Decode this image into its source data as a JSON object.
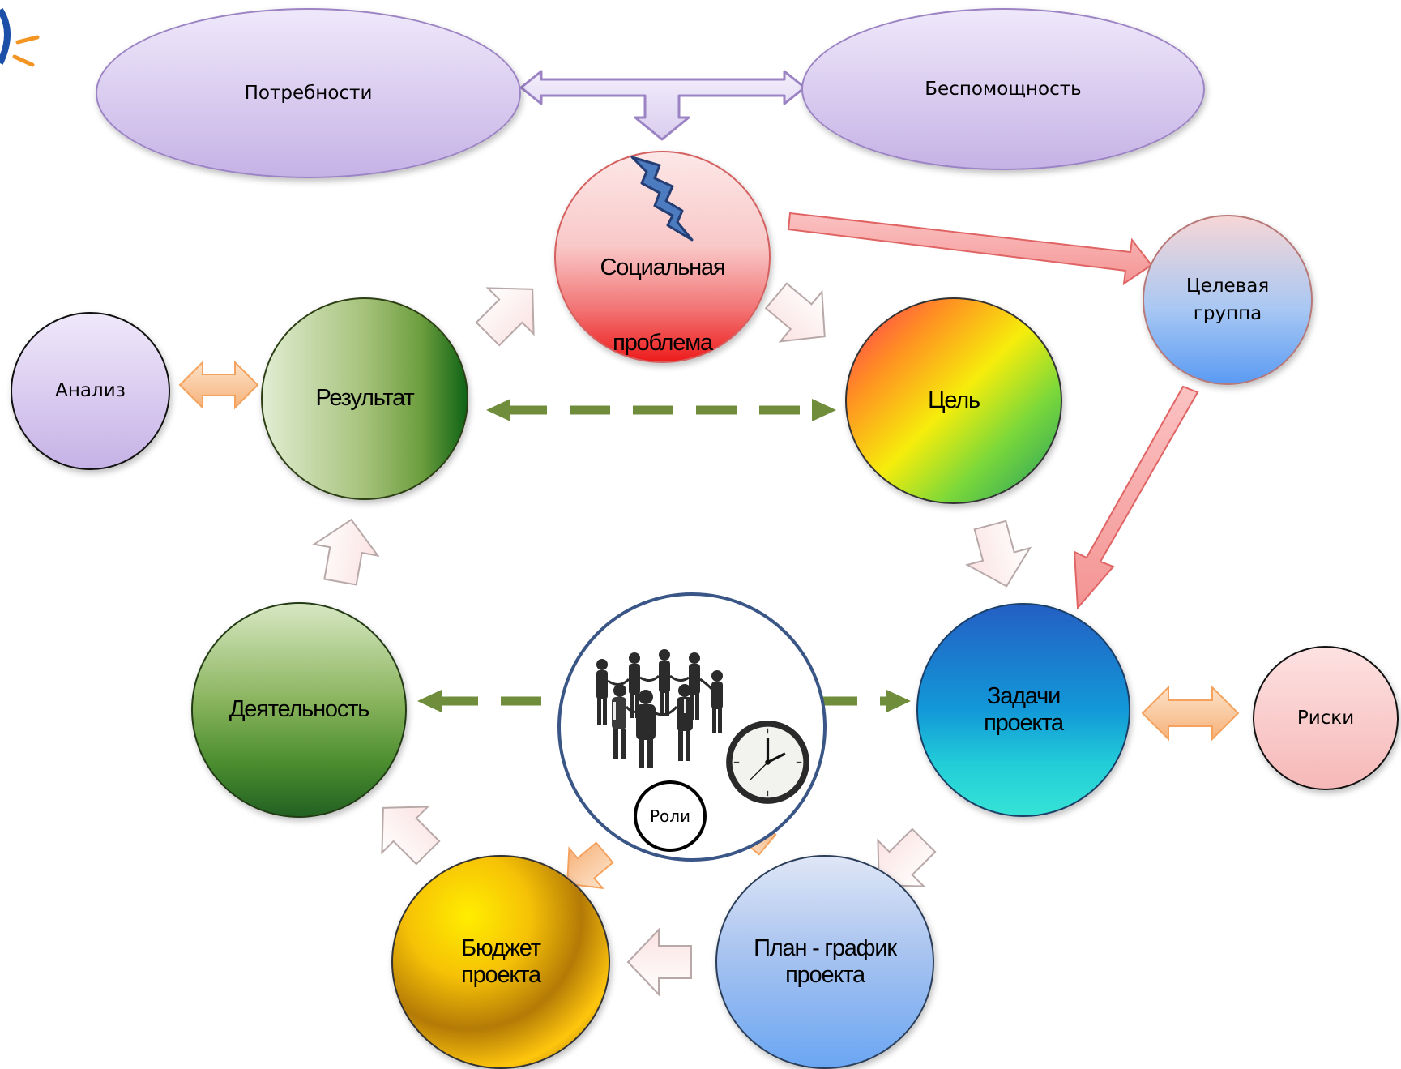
{
  "nodes": {
    "needs": "Потребности",
    "helplessness": "Беспомощность",
    "social_problem_line1": "Социальная",
    "social_problem_line2": "проблема",
    "target_group_line1": "Целевая",
    "target_group_line2": "группа",
    "result": "Результат",
    "goal": "Цель",
    "analysis": "Анализ",
    "activity": "Деятельность",
    "roles": "Роли",
    "tasks_line1": "Задачи",
    "tasks_line2": "проекта",
    "risks": "Риски",
    "budget_line1": "Бюджет",
    "budget_line2": "проекта",
    "plan_line1": "План - график",
    "plan_line2": "проекта"
  },
  "icons": [
    "lightning-icon",
    "people-circle-icon",
    "wall-clock-icon",
    "logo-icon"
  ]
}
